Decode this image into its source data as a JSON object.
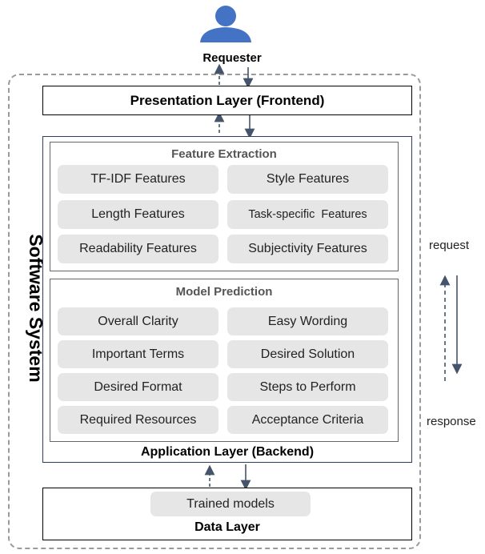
{
  "requester": {
    "label": "Requester"
  },
  "system": {
    "label": "Software System"
  },
  "presentation": {
    "label": "Presentation Layer (Frontend)"
  },
  "application": {
    "label": "Application Layer (Backend)"
  },
  "data_layer": {
    "label": "Data Layer",
    "chip": "Trained models"
  },
  "feature_extraction": {
    "title": "Feature Extraction",
    "items": [
      "TF-IDF Features",
      "Style Features",
      "Length Features",
      "Task-specific  Features",
      "Readability Features",
      "Subjectivity Features"
    ]
  },
  "model_prediction": {
    "title": "Model Prediction",
    "items": [
      "Overall Clarity",
      "Easy Wording",
      "Important Terms",
      "Desired Solution",
      "Desired Format",
      "Steps to Perform",
      "Required Resources",
      "Acceptance Criteria"
    ]
  },
  "legend": {
    "request": "request",
    "response": "response"
  },
  "colors": {
    "user_icon": "#4472C4",
    "arrow": "#44546A",
    "dashed_border": "#9a9a9a",
    "chip_bg": "#e6e6e6"
  }
}
